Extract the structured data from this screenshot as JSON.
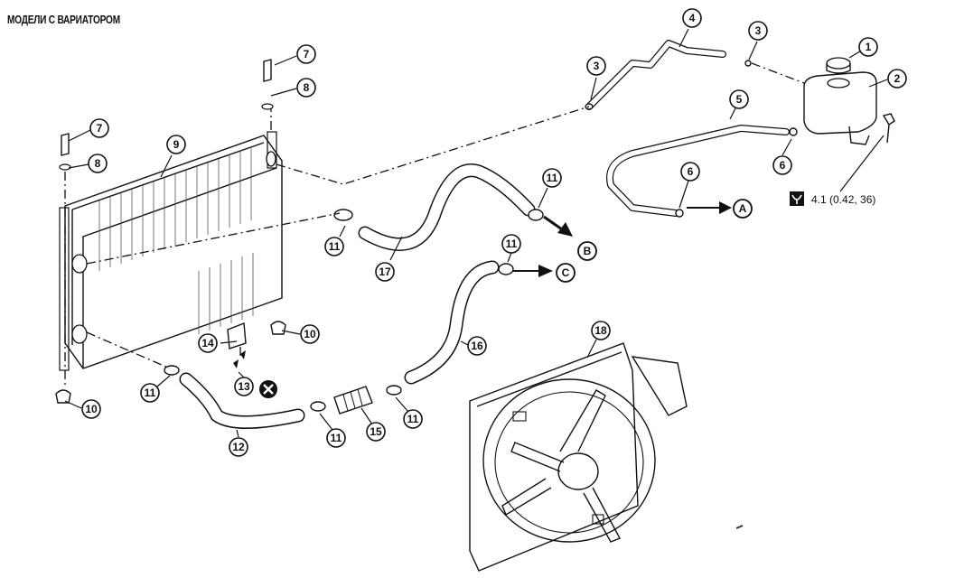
{
  "heading": "МОДЕЛИ С ВАРИАТОРОМ",
  "torque_spec": "4.1 (0.42, 36)",
  "callouts": {
    "c1": "1",
    "c2": "2",
    "c3a": "3",
    "c3b": "3",
    "c4": "4",
    "c5": "5",
    "c6a": "6",
    "c6b": "6",
    "c7a": "7",
    "c7b": "7",
    "c8a": "8",
    "c8b": "8",
    "c9": "9",
    "c10a": "10",
    "c10b": "10",
    "c11a": "11",
    "c11b": "11",
    "c11c": "11",
    "c11d": "11",
    "c11e": "11",
    "c11f": "11",
    "c12": "12",
    "c13": "13",
    "c14": "14",
    "c15": "15",
    "c16": "16",
    "c17": "17",
    "c18": "18"
  },
  "letters": {
    "a": "A",
    "b": "B",
    "c": "C"
  },
  "icons": {
    "torque": "torque-wrench-icon",
    "replace": "do-not-reuse-x-icon",
    "arrow": "direction-arrow-icon"
  }
}
